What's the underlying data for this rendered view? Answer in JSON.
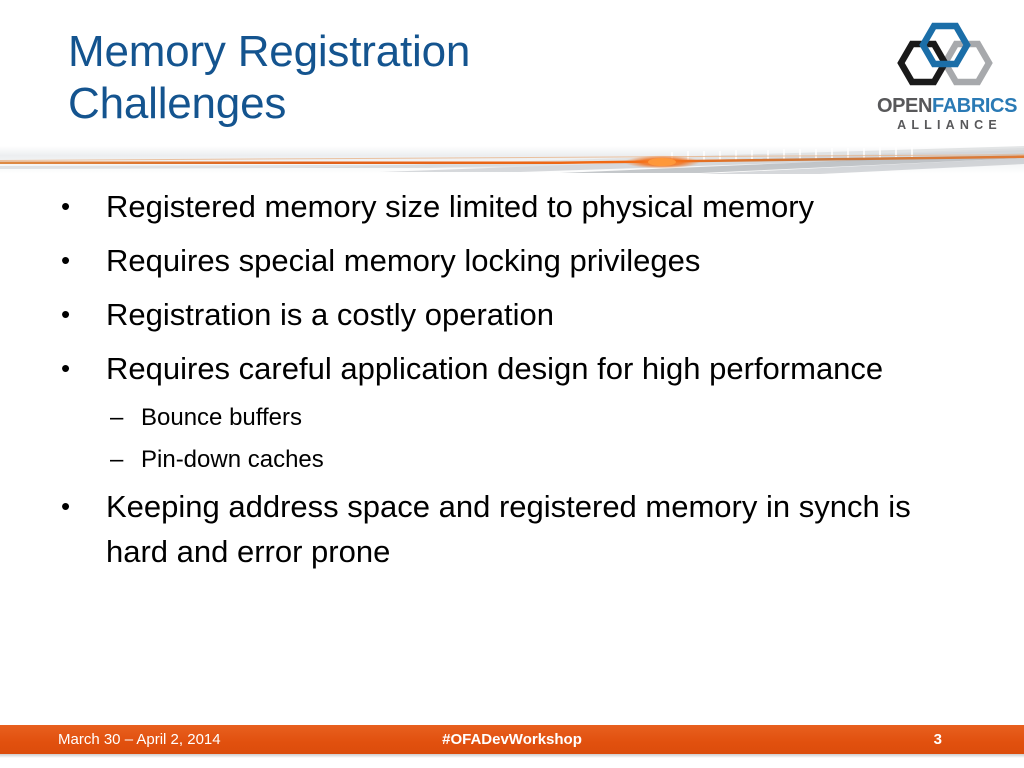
{
  "slide": {
    "title": "Memory Registration\nChallenges",
    "title_color": "#14548f",
    "background_color": "#ffffff"
  },
  "logo": {
    "name": "openfabrics-alliance-logo",
    "word_open": "OPEN",
    "word_fabrics": "FABRICS",
    "word_alliance": "ALLIANCE",
    "color_open": "#58585a",
    "color_fabrics": "#2a7ab5",
    "color_alliance": "#58585a",
    "hex_top_color": "#1b6ea8",
    "hex_left_color": "#1a1a1a",
    "hex_right_color": "#a7a9ac"
  },
  "divider": {
    "accent_color": "#e0601a",
    "ribbon_color": "#b9bcc0"
  },
  "body": {
    "bullets": [
      {
        "level": 1,
        "marker": "•",
        "text": "Registered memory size limited to physical memory"
      },
      {
        "level": 1,
        "marker": "•",
        "text": "Requires special memory locking privileges"
      },
      {
        "level": 1,
        "marker": "•",
        "text": "Registration is a costly operation"
      },
      {
        "level": 1,
        "marker": "•",
        "text": "Requires careful application design for high performance"
      },
      {
        "level": 2,
        "marker": "–",
        "text": "Bounce buffers"
      },
      {
        "level": 2,
        "marker": "–",
        "text": "Pin-down caches"
      },
      {
        "level": 1,
        "marker": "•",
        "text": "Keeping address space and registered memory in synch is hard and error prone"
      }
    ]
  },
  "footer": {
    "date": "March 30 – April 2, 2014",
    "hashtag": "#OFADevWorkshop",
    "page_number": "3",
    "bar_color": "#e4551c",
    "text_color": "#ffffff"
  }
}
